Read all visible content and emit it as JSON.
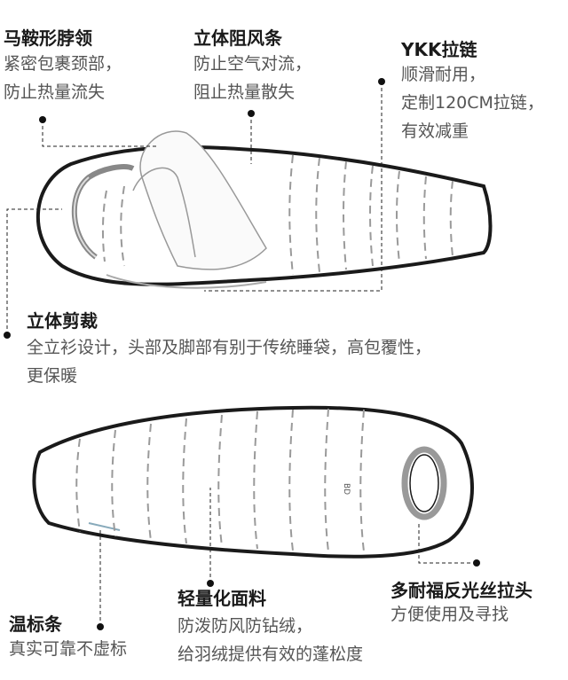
{
  "features": {
    "collar": {
      "title": "马鞍形脖领",
      "lines": [
        "紧密包裹颈部，",
        "防止热量流失"
      ]
    },
    "draft_tube": {
      "title": "立体阻风条",
      "lines": [
        "防止空气对流，",
        "阻止热量散失"
      ]
    },
    "zipper": {
      "title": "YKK拉链",
      "lines": [
        "顺滑耐用，",
        "定制120CM拉链，",
        "有效减重"
      ]
    },
    "cut": {
      "title": "立体剪裁",
      "lines": [
        "全立衫设计，头部及脚部有别于传统睡袋，高包覆性，",
        "更保暖"
      ]
    },
    "temp_label": {
      "title": "温标条",
      "lines": [
        "真实可靠不虚标"
      ]
    },
    "fabric": {
      "title": "轻量化面料",
      "lines": [
        "防泼防风防钻绒，",
        "给羽绒提供有效的蓬松度"
      ]
    },
    "puller": {
      "title": "多耐福反光丝拉头",
      "lines": [
        "方便使用及寻找"
      ]
    }
  },
  "colors": {
    "outline": "#1a1a1a",
    "seam": "#9a9a9a",
    "text_body": "#555555"
  }
}
